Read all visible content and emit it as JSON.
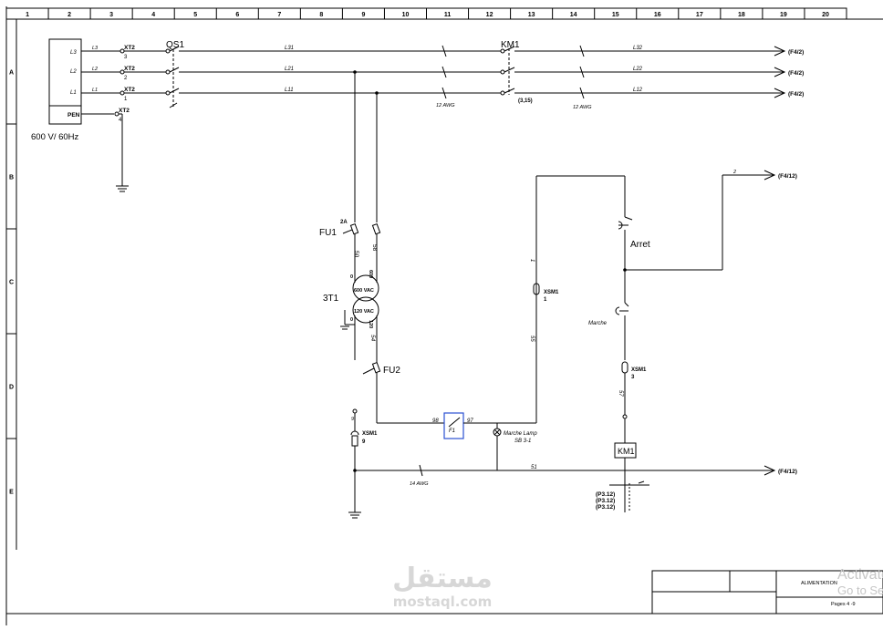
{
  "sheet": {
    "columns": [
      "1",
      "2",
      "3",
      "4",
      "5",
      "6",
      "7",
      "8",
      "9",
      "10",
      "11",
      "12",
      "13",
      "14",
      "15",
      "16",
      "17",
      "18",
      "19",
      "20"
    ],
    "rows": [
      "A",
      "B",
      "C",
      "D",
      "E"
    ]
  },
  "source": {
    "supply": "600 V/ 60Hz",
    "lines": [
      "L3",
      "L2",
      "L1"
    ],
    "pen": "PEN"
  },
  "terminals": {
    "block": "XT2",
    "numbers": [
      "3",
      "2",
      "1",
      "4"
    ]
  },
  "switch": {
    "qs1": "QS1"
  },
  "wires": {
    "l31": "L31",
    "l21": "L21",
    "l11": "L11",
    "l32": "L32",
    "l22": "L22",
    "l12": "L12",
    "w2": "2",
    "w51": "51"
  },
  "contactor": {
    "km1": "KM1",
    "ref": "(3,15)"
  },
  "gauges": {
    "awg12a": "12 AWG",
    "awg12b": "12 AWG",
    "awg14": "14 AWG"
  },
  "outputs": {
    "f42": "(F4/2)",
    "f412": "(F4/12)"
  },
  "fuse1": {
    "tag": "FU1",
    "rating": "2A",
    "n50": "50",
    "n58": "58"
  },
  "transformer": {
    "tag": "3T1",
    "primary": "600 VAC",
    "secondary": "120 VAC",
    "p0": "0",
    "p600": "600",
    "s0": "0",
    "s120": "120",
    "n54": "54",
    "n12": "12"
  },
  "fuse2": {
    "tag": "FU2"
  },
  "xsm": {
    "t1_block": "XSM1",
    "t1_num": "1",
    "t3_block": "XSM1",
    "t3_num": "3",
    "t9_block": "XSM1",
    "t9_num": "9",
    "n9": "9"
  },
  "control": {
    "n1": "1",
    "n55": "55",
    "n57": "57",
    "stop": "Arret",
    "start": "Marche"
  },
  "relay": {
    "tag": "F1",
    "n98": "98",
    "n97": "97"
  },
  "lamp": {
    "label": "Marche Lamp",
    "ref": "SB 3-1"
  },
  "coil": {
    "tag": "KM1",
    "refs": [
      "(P3.12)",
      "(P3.12)",
      "(P3.12)"
    ]
  },
  "titleblock": {
    "title": "ALIMENTATION",
    "pages": "Pages 4 -9"
  },
  "watermark": {
    "arabic": "مستقل",
    "latin": "mostaql.com"
  },
  "overlay": {
    "line1": "Activate",
    "line2": "Go to Settings"
  }
}
